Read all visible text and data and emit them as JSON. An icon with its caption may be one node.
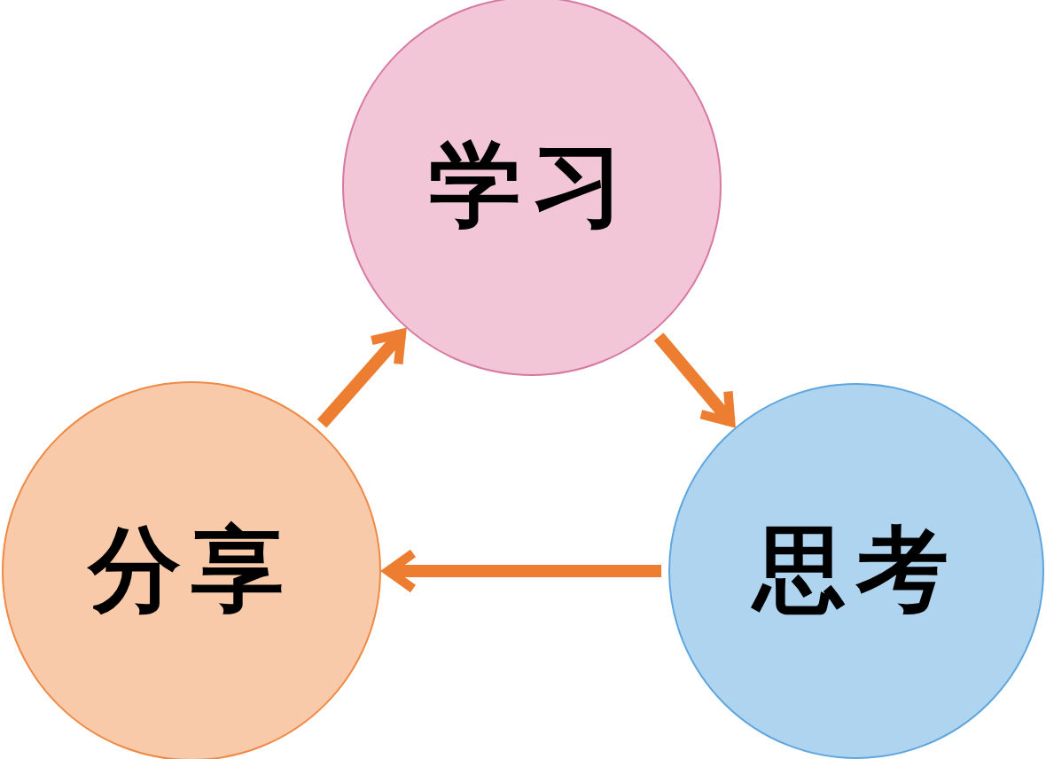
{
  "diagram": {
    "nodes": [
      {
        "text": [
          "学习"
        ]
      },
      {
        "text": [
          "思考"
        ]
      },
      {
        "text": [
          "分享"
        ]
      }
    ],
    "edges": [
      {
        "from": 0,
        "to": 1,
        "arrow": "to"
      },
      {
        "from": 1,
        "to": 2,
        "arrow": "to"
      },
      {
        "from": 2,
        "to": 0,
        "arrow": "to"
      }
    ]
  }
}
